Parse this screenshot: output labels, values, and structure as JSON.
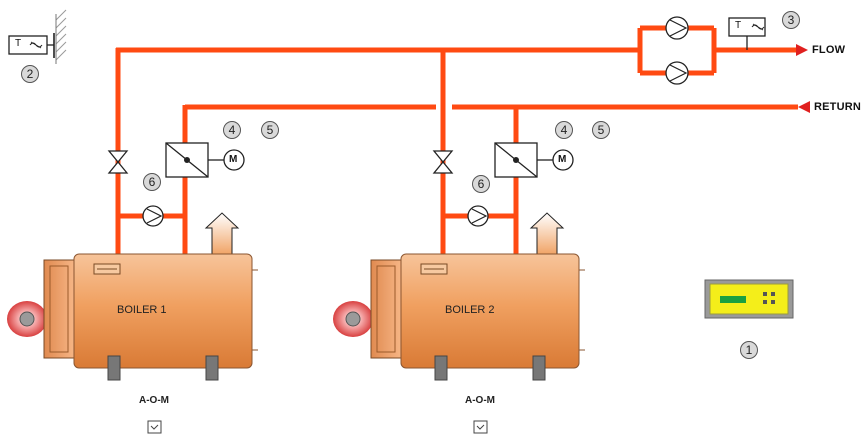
{
  "colors": {
    "pipe": "#ff4a12",
    "flow_arrow": "#e0201f",
    "boiler_body": "#f0a060",
    "controller_body": "#f4ee1a",
    "badge_fill": "#d9d9d9"
  },
  "labels": {
    "flow": "FLOW",
    "return": "RETURN"
  },
  "boilers": [
    {
      "name": "BOILER 1",
      "control": "A-O-M"
    },
    {
      "name": "BOILER 2",
      "control": "A-O-M"
    }
  ],
  "badges": {
    "controller": "1",
    "outdoor_sensor": "2",
    "flow_sensor": "3",
    "b1_valve_a": "4",
    "b1_valve_b": "5",
    "b1_pump": "6",
    "b2_valve_a": "4",
    "b2_valve_b": "5",
    "b2_pump": "6"
  },
  "sensor_text": {
    "outdoor": "T",
    "flow": "T"
  },
  "motor_letter": "M"
}
